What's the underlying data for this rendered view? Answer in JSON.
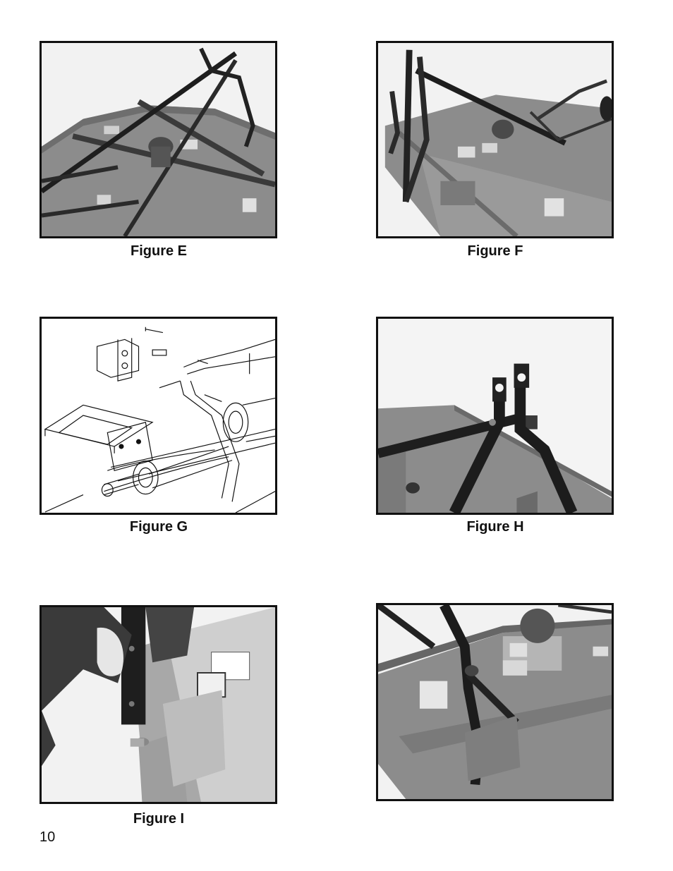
{
  "figures": [
    {
      "id": "E",
      "caption": "Figure E"
    },
    {
      "id": "F",
      "caption": "Figure F"
    },
    {
      "id": "G",
      "caption": "Figure G"
    },
    {
      "id": "H",
      "caption": "Figure H"
    },
    {
      "id": "I",
      "caption": "Figure I"
    },
    {
      "id": "J",
      "caption": ""
    }
  ],
  "page_number": "10"
}
